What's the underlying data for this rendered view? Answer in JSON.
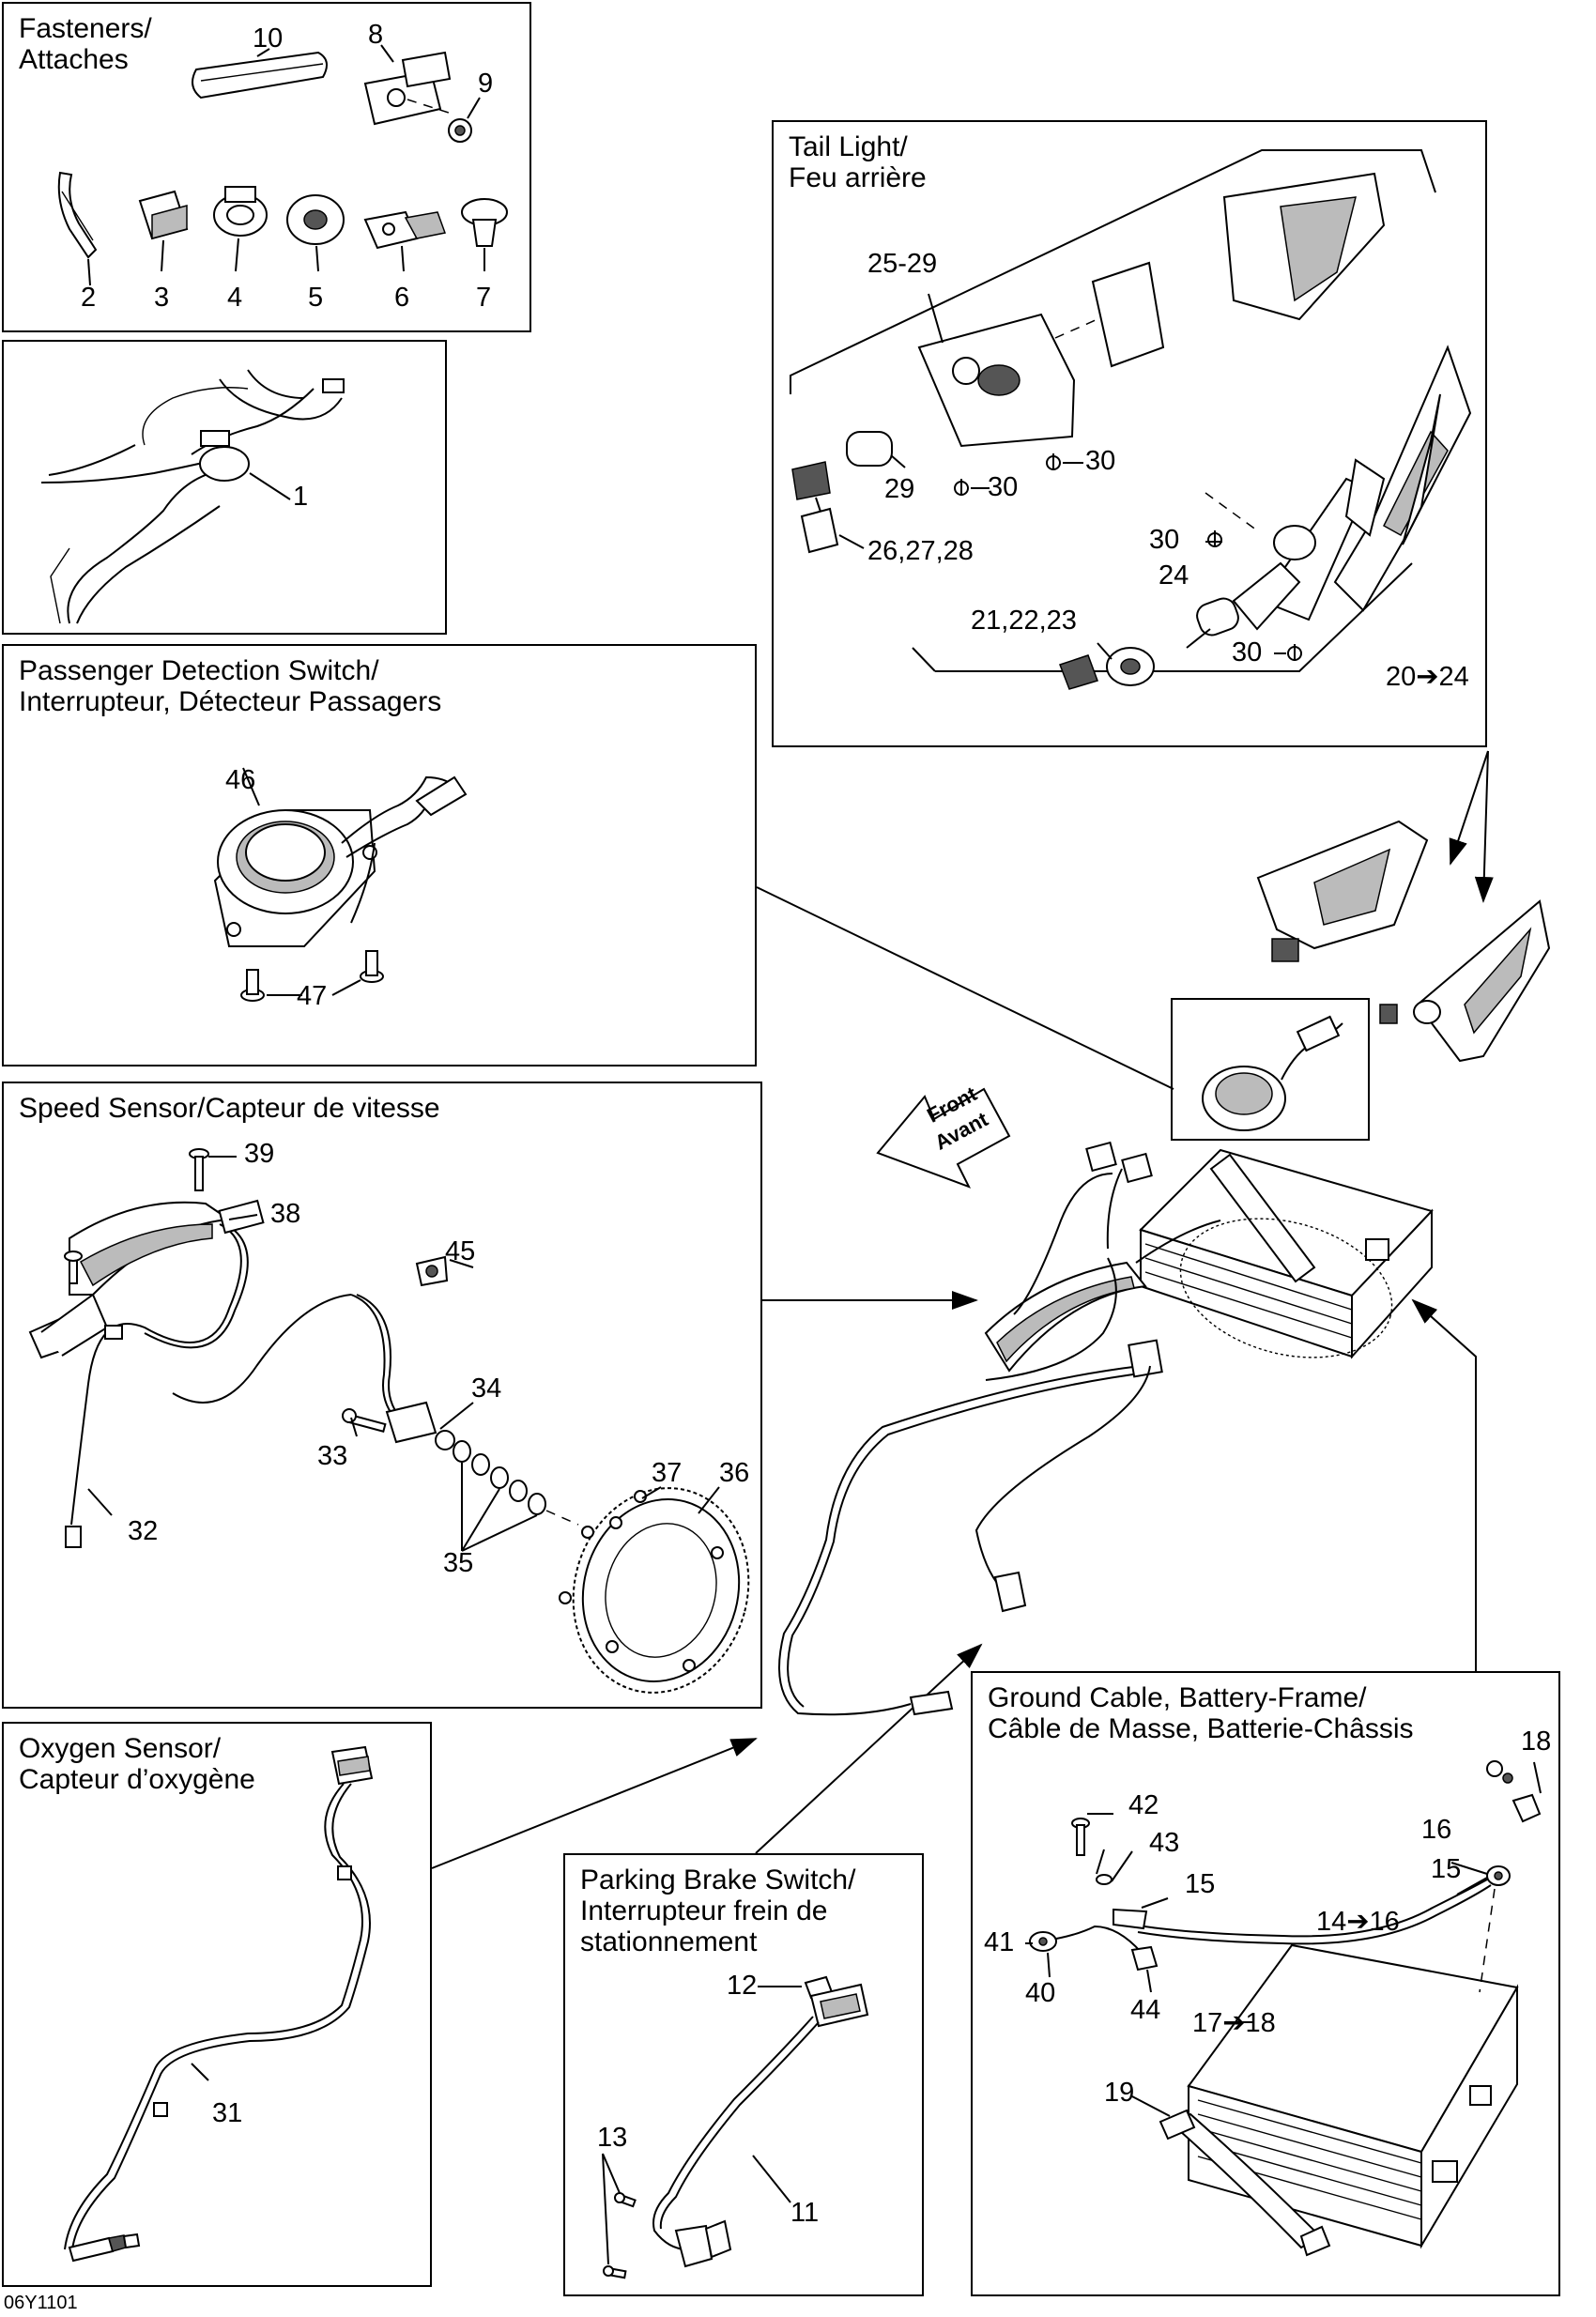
{
  "panels": {
    "fasteners": {
      "title": [
        "Fasteners/",
        "Attaches"
      ]
    },
    "tail_light": {
      "title": [
        "Tail Light/",
        "Feu arrière"
      ]
    },
    "passenger": {
      "title": [
        "Passenger Detection Switch/",
        "Interrupteur, Détecteur Passagers"
      ]
    },
    "speed_sensor": {
      "title": [
        "Speed Sensor/Capteur de vitesse"
      ]
    },
    "oxygen": {
      "title": [
        "Oxygen Sensor/",
        "Capteur d’oxygène"
      ]
    },
    "parking_brake": {
      "title": [
        "Parking Brake Switch/",
        "Interrupteur frein de",
        "stationnement"
      ]
    },
    "ground_cable": {
      "title": [
        "Ground Cable, Battery-Frame/",
        "Câble de Masse, Batterie-Châssis"
      ]
    }
  },
  "callouts": {
    "c10": "10",
    "c8": "8",
    "c9": "9",
    "c2": "2",
    "c3": "3",
    "c4": "4",
    "c5": "5",
    "c6": "6",
    "c7": "7",
    "c1": "1",
    "c25_29": "25-29",
    "c29": "29",
    "c30a": "30",
    "c30b": "30",
    "c26_28": "26,27,28",
    "c30c": "30",
    "c24": "24",
    "c21_23": "21,22,23",
    "c30d": "30",
    "c20_24": "20➔24",
    "c46": "46",
    "c47": "47",
    "c39": "39",
    "c38": "38",
    "c45": "45",
    "c34": "34",
    "c33": "33",
    "c37": "37",
    "c36": "36",
    "c35": "35",
    "c32": "32",
    "c31": "31",
    "c12": "12",
    "c13": "13",
    "c11": "11",
    "c18": "18",
    "c42": "42",
    "c43": "43",
    "c15a": "15",
    "c16": "16",
    "c15b": "15",
    "c14_16": "14➔16",
    "c41": "41",
    "c40": "40",
    "c44": "44",
    "c17_18": "17➔18",
    "c19": "19"
  },
  "front_label": [
    "Front",
    "Avant"
  ],
  "drawing_code": "06Y1101"
}
